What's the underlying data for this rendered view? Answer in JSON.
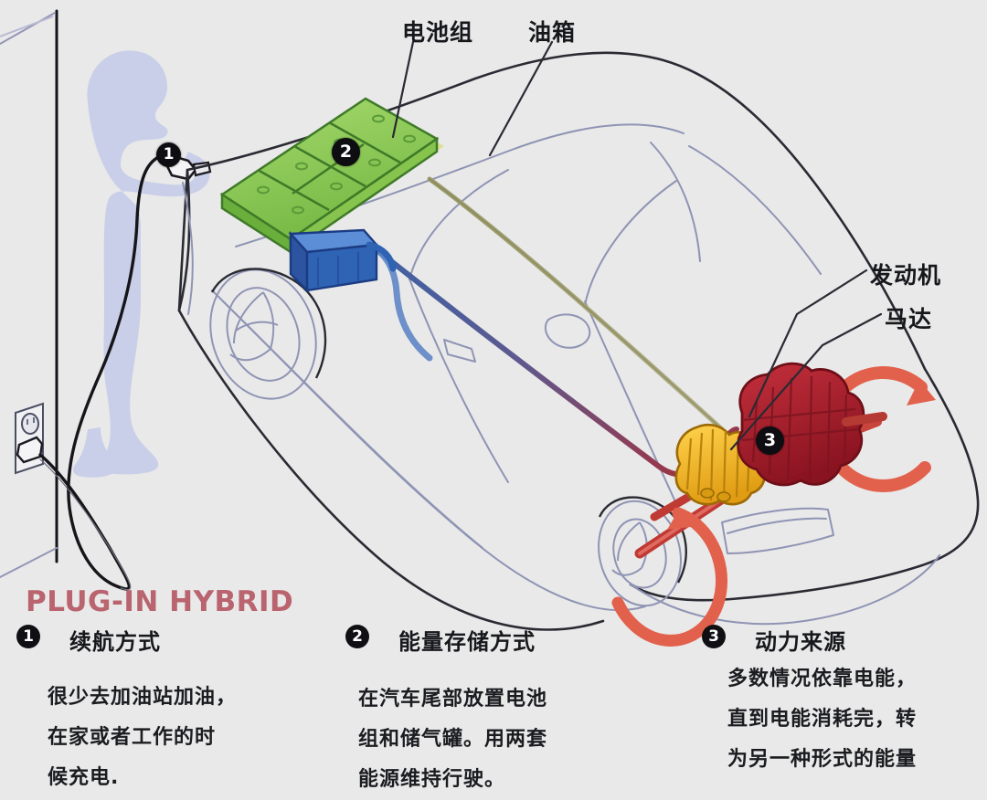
{
  "meta": {
    "background_color": "#e9e9e9",
    "title_color": "#b9646e",
    "text_color": "#17181c"
  },
  "diagram": {
    "callouts": [
      {
        "id": "battery-pack",
        "text": "电池组"
      },
      {
        "id": "fuel-tank",
        "text": "油箱"
      },
      {
        "id": "engine",
        "text": "发动机"
      },
      {
        "id": "motor",
        "text": "马达"
      }
    ],
    "markers": [
      {
        "id": "marker-1",
        "label": "1",
        "refers_to": "charging-plug"
      },
      {
        "id": "marker-2",
        "label": "2",
        "refers_to": "battery-pack"
      },
      {
        "id": "marker-3",
        "label": "3",
        "refers_to": "engine"
      }
    ],
    "components": {
      "battery_pack_color": "#7dc24b",
      "fuel_tank_color": "#2f5fae",
      "engine_color": "#a81f2c",
      "motor_color": "#f0b71b",
      "driveshaft_color": "#c03a34",
      "rotation_arrow_color": "#e2614c",
      "person_color": "#c9cfe8",
      "fuel_line_color": "#8a8a5e",
      "power_cable_start_color": "#3b62a8",
      "power_cable_end_color": "#a4303c"
    }
  },
  "legend": {
    "title": "PLUG-IN HYBRID",
    "items": [
      {
        "number": "1",
        "heading": "续航方式",
        "lines": [
          "很少去加油站加油，",
          "在家或者工作的时",
          "候充电."
        ]
      },
      {
        "number": "2",
        "heading": "能量存储方式",
        "lines": [
          "在汽车尾部放置电池",
          "组和储气罐。用两套",
          "能源维持行驶。"
        ]
      },
      {
        "number": "3",
        "heading": "动力来源",
        "lines": [
          "多数情况依靠电能，",
          "直到电能消耗完，转",
          "为另一种形式的能量"
        ]
      }
    ]
  }
}
